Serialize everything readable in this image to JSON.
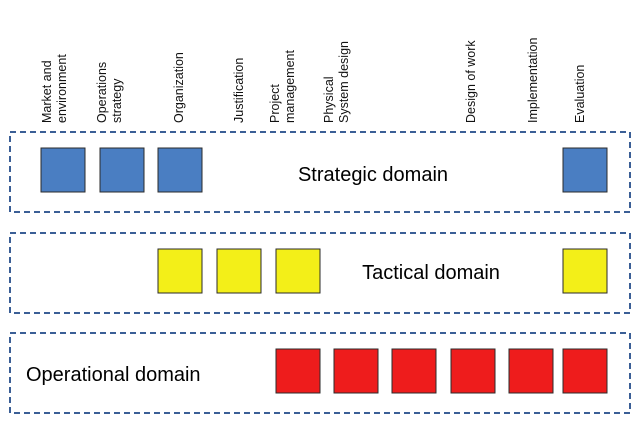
{
  "columns": [
    {
      "lines": [
        "Market and",
        "environment"
      ]
    },
    {
      "lines": [
        "Operations",
        "strategy"
      ]
    },
    {
      "lines": [
        "Organization"
      ]
    },
    {
      "lines": [
        "Justification"
      ]
    },
    {
      "lines": [
        "Project",
        "management"
      ]
    },
    {
      "lines": [
        "Physical",
        "System design"
      ]
    },
    {
      "lines": [
        "Design of work"
      ]
    },
    {
      "lines": [
        "Implementation"
      ]
    },
    {
      "lines": [
        "Evaluation"
      ]
    }
  ],
  "domains": [
    {
      "label": "Strategic domain",
      "color": "#4a7ec2",
      "cells": [
        0,
        1,
        2,
        8
      ]
    },
    {
      "label": "Tactical domain",
      "color": "#f3ef18",
      "cells": [
        2,
        3,
        4,
        8
      ]
    },
    {
      "label": "Operational domain",
      "color": "#ee1c1c",
      "cells": [
        3,
        4,
        5,
        6,
        7,
        8
      ]
    }
  ]
}
